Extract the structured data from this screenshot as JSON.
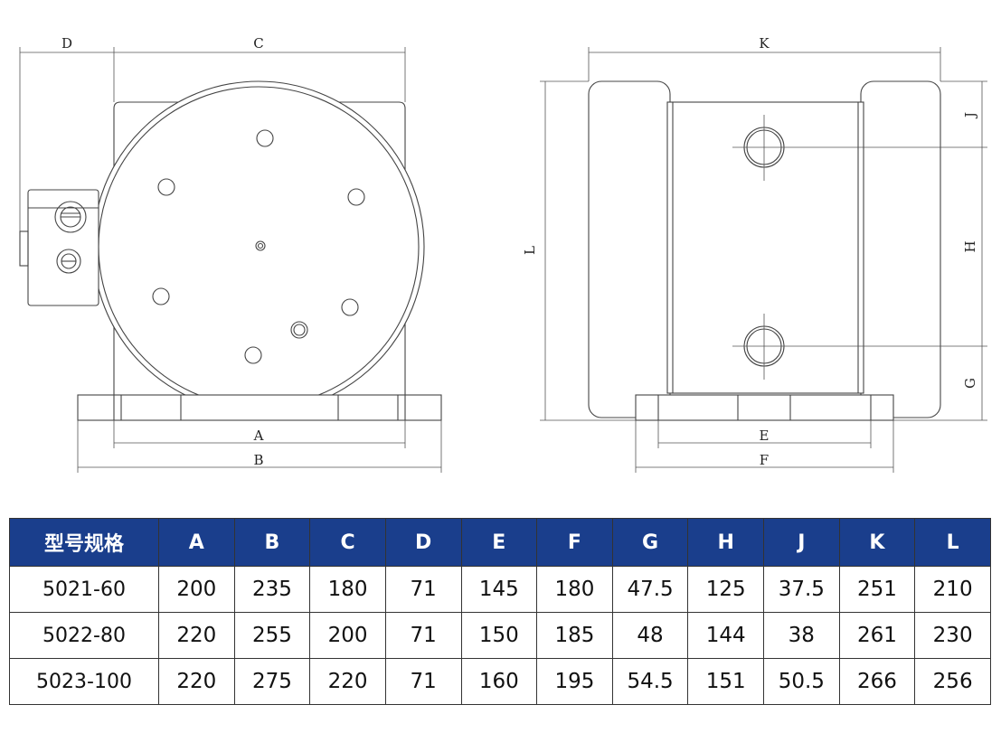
{
  "drawing": {
    "front_view_dimensions": [
      "D",
      "C",
      "A",
      "B"
    ],
    "side_view_dimensions": [
      "K",
      "L",
      "J",
      "H",
      "G",
      "E",
      "F"
    ]
  },
  "spec_table": {
    "colors": {
      "header_bg": "#1a3e8c",
      "header_text": "#ffffff",
      "border": "#333333"
    },
    "headers": [
      "型号规格",
      "A",
      "B",
      "C",
      "D",
      "E",
      "F",
      "G",
      "H",
      "J",
      "K",
      "L"
    ],
    "rows": [
      [
        "5021-60",
        "200",
        "235",
        "180",
        "71",
        "145",
        "180",
        "47.5",
        "125",
        "37.5",
        "251",
        "210"
      ],
      [
        "5022-80",
        "220",
        "255",
        "200",
        "71",
        "150",
        "185",
        "48",
        "144",
        "38",
        "261",
        "230"
      ],
      [
        "5023-100",
        "220",
        "275",
        "220",
        "71",
        "160",
        "195",
        "54.5",
        "151",
        "50.5",
        "266",
        "256"
      ]
    ]
  }
}
